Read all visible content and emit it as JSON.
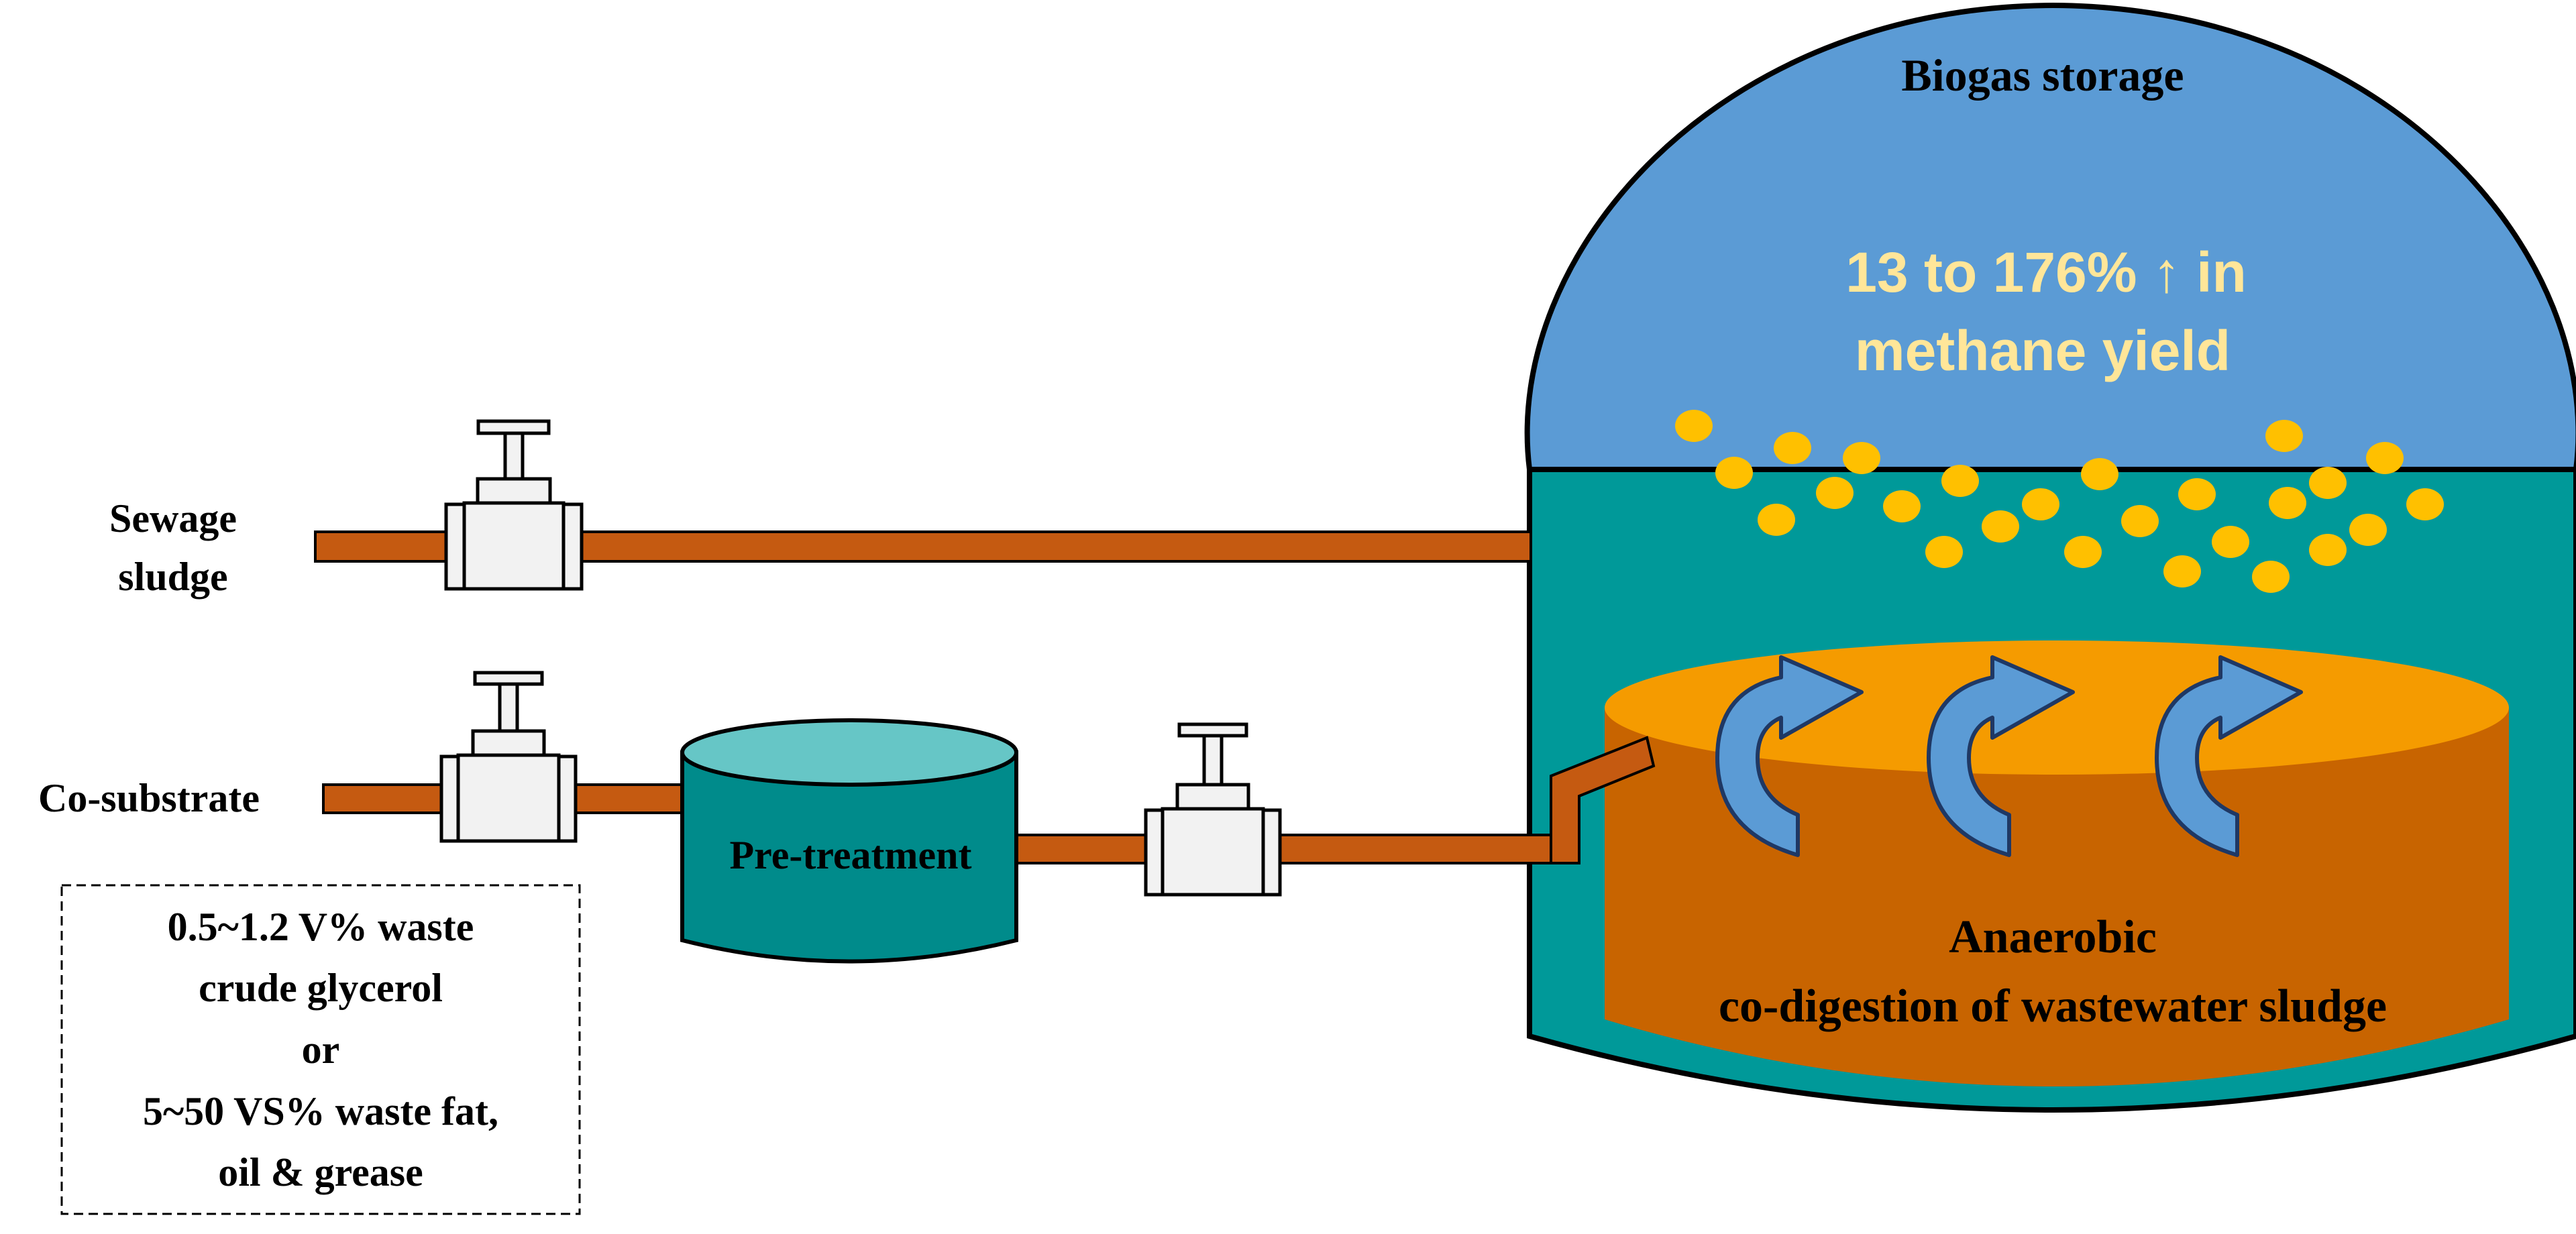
{
  "labels": {
    "sewage_line1": "Sewage",
    "sewage_line2": "sludge",
    "cosubstrate": "Co-substrate",
    "pretreatment": "Pre-treatment",
    "biogas_storage": "Biogas storage",
    "yield_line1": "13 to 176% ↑ in",
    "yield_line2": "methane yield",
    "digestion_line1": "Anaerobic",
    "digestion_line2": "co-digestion of wastewater sludge"
  },
  "info_box": {
    "line1": "0.5~1.2 V% waste",
    "line2": "crude glycerol",
    "line3": "or",
    "line4": "5~50 VS% waste fat,",
    "line5": "oil & grease"
  },
  "colors": {
    "pipe": "#C55A11",
    "dome": "#5B9BD5",
    "digester_liquid": "#009999",
    "sludge_side": "#C86400",
    "sludge_top": "#F59B00",
    "pretreat_body": "#008B8B",
    "pretreat_top": "#66C6C6",
    "bubbles": "#FFC000",
    "yield_text": "#FFE699",
    "arrows": "#5B9BD5",
    "valve": "#F2F2F2"
  }
}
